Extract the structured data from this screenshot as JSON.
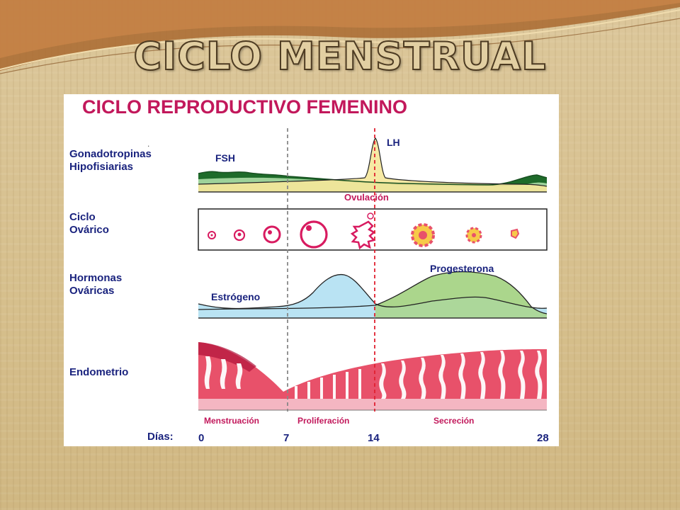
{
  "slide": {
    "title": "CICLO MENSTRUAL"
  },
  "diagram": {
    "title": "CICLO REPRODUCTIVO FEMENINO",
    "dot": ".",
    "rows": {
      "gonadotropinas": [
        "Gonadotropinas",
        "Hipofisiarias"
      ],
      "ciclo_ovarico": [
        "Ciclo",
        "Ovárico"
      ],
      "hormonas": [
        "Hormonas",
        "Ováricas"
      ],
      "endometrio": [
        "Endometrio"
      ]
    },
    "curve_labels": {
      "fsh": "FSH",
      "lh": "LH",
      "ovulacion": "Ovulación",
      "estrogeno": "Estrógeno",
      "progesterona": "Progesterona"
    },
    "phases": [
      "Menstruación",
      "Proliferación",
      "Secreción"
    ],
    "days_label": "Días:",
    "day_ticks": [
      "0",
      "7",
      "14",
      "28"
    ],
    "colors": {
      "title": "#c2185b",
      "label": "#1a237e",
      "fsh_dark": "#1e6b2a",
      "fsh_light": "#9ed29a",
      "lh_fill": "#f5e79a",
      "estrogen": "#b9e3f3",
      "progesterone": "#b7dd9c",
      "endometrium": "#e8516a",
      "ovulation_line": "#e02030",
      "phase_text": "#c2185b",
      "phase_band": "#f4b6c2"
    }
  }
}
